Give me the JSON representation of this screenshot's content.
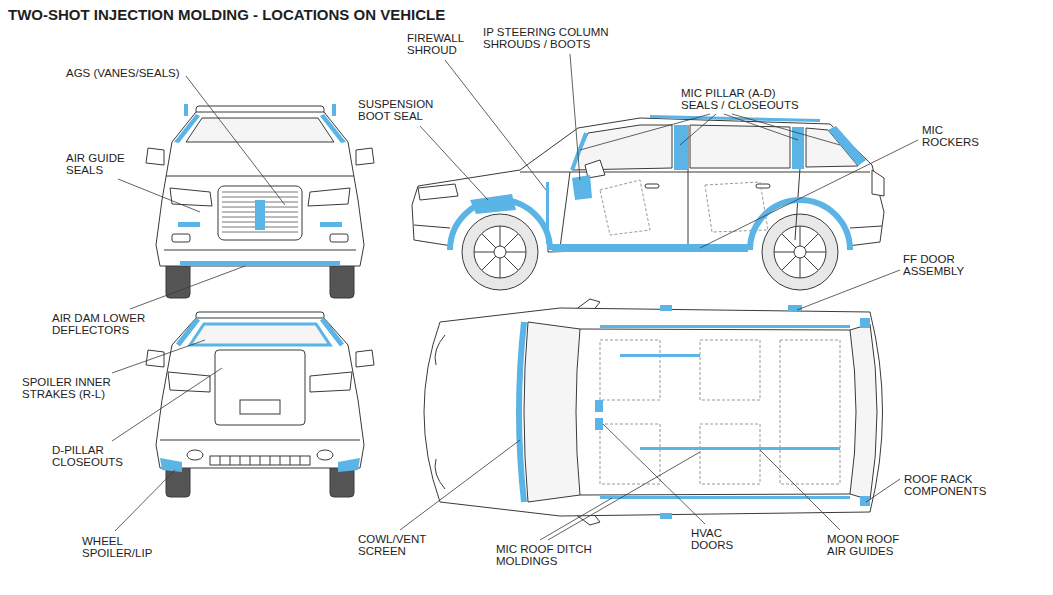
{
  "diagram": {
    "title": "TWO-SHOT INJECTION MOLDING - LOCATIONS ON VEHICLE",
    "labels": [
      "AGS (VANES/SEALS)",
      "FIREWALL SHROUD",
      "IP STEERING COLUMN SHROUDS / BOOTS",
      "SUSPENSION BOOT SEAL",
      "MIC PILLAR (A-D) SEALS / CLOSEOUTS",
      "MIC ROCKERS",
      "AIR GUIDE SEALS",
      "FF DOOR ASSEMBLY",
      "AIR DAM LOWER DEFLECTORS",
      "SPOILER INNER STRAKES (R-L)",
      "D-PILLAR CLOSEOUTS",
      "ROOF RACK COMPONENTS",
      "WHEEL SPOILER/LIP",
      "COWL/VENT SCREEN",
      "MIC ROOF DITCH MOLDINGS",
      "HVAC DOORS",
      "MOON ROOF AIR GUIDES"
    ]
  }
}
